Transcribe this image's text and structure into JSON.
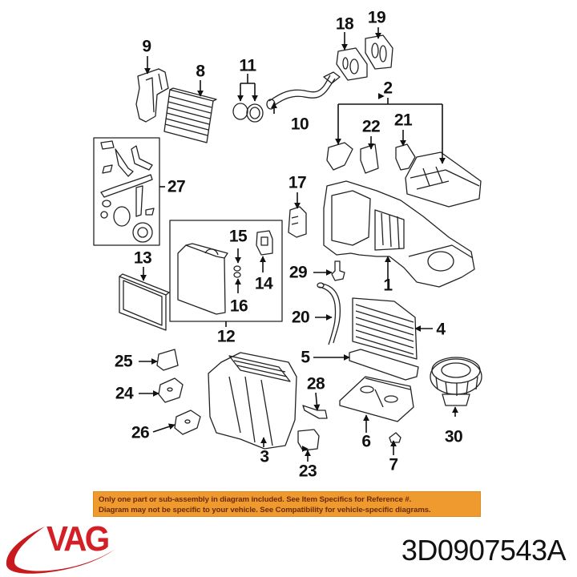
{
  "diagram": {
    "title": "HVAC heater / blower housing exploded parts diagram",
    "callouts": [
      {
        "id": "1",
        "label": "1"
      },
      {
        "id": "2",
        "label": "2"
      },
      {
        "id": "3",
        "label": "3"
      },
      {
        "id": "4",
        "label": "4"
      },
      {
        "id": "5",
        "label": "5"
      },
      {
        "id": "6",
        "label": "6"
      },
      {
        "id": "7",
        "label": "7"
      },
      {
        "id": "8",
        "label": "8"
      },
      {
        "id": "9",
        "label": "9"
      },
      {
        "id": "10",
        "label": "10"
      },
      {
        "id": "11",
        "label": "11"
      },
      {
        "id": "12",
        "label": "12"
      },
      {
        "id": "13",
        "label": "13"
      },
      {
        "id": "14",
        "label": "14"
      },
      {
        "id": "15",
        "label": "15"
      },
      {
        "id": "16",
        "label": "16"
      },
      {
        "id": "17",
        "label": "17"
      },
      {
        "id": "18",
        "label": "18"
      },
      {
        "id": "19",
        "label": "19"
      },
      {
        "id": "20",
        "label": "20"
      },
      {
        "id": "21",
        "label": "21"
      },
      {
        "id": "22",
        "label": "22"
      },
      {
        "id": "23",
        "label": "23"
      },
      {
        "id": "24",
        "label": "24"
      },
      {
        "id": "25",
        "label": "25"
      },
      {
        "id": "26",
        "label": "26"
      },
      {
        "id": "27",
        "label": "27"
      },
      {
        "id": "28",
        "label": "28"
      },
      {
        "id": "29",
        "label": "29"
      },
      {
        "id": "30",
        "label": "30"
      }
    ]
  },
  "notice": {
    "line1": "Only one part or sub-assembly in diagram included. See Item Specifics for Reference #.",
    "line2": "Diagram may not be specific to your vehicle. See Compatibility for vehicle-specific diagrams.",
    "background": "#ef9a2e",
    "text_color": "#6a2a0a"
  },
  "brand": {
    "logo_text": "VAG",
    "logo_color": "#d41f26"
  },
  "part_number": "3D0907543A"
}
